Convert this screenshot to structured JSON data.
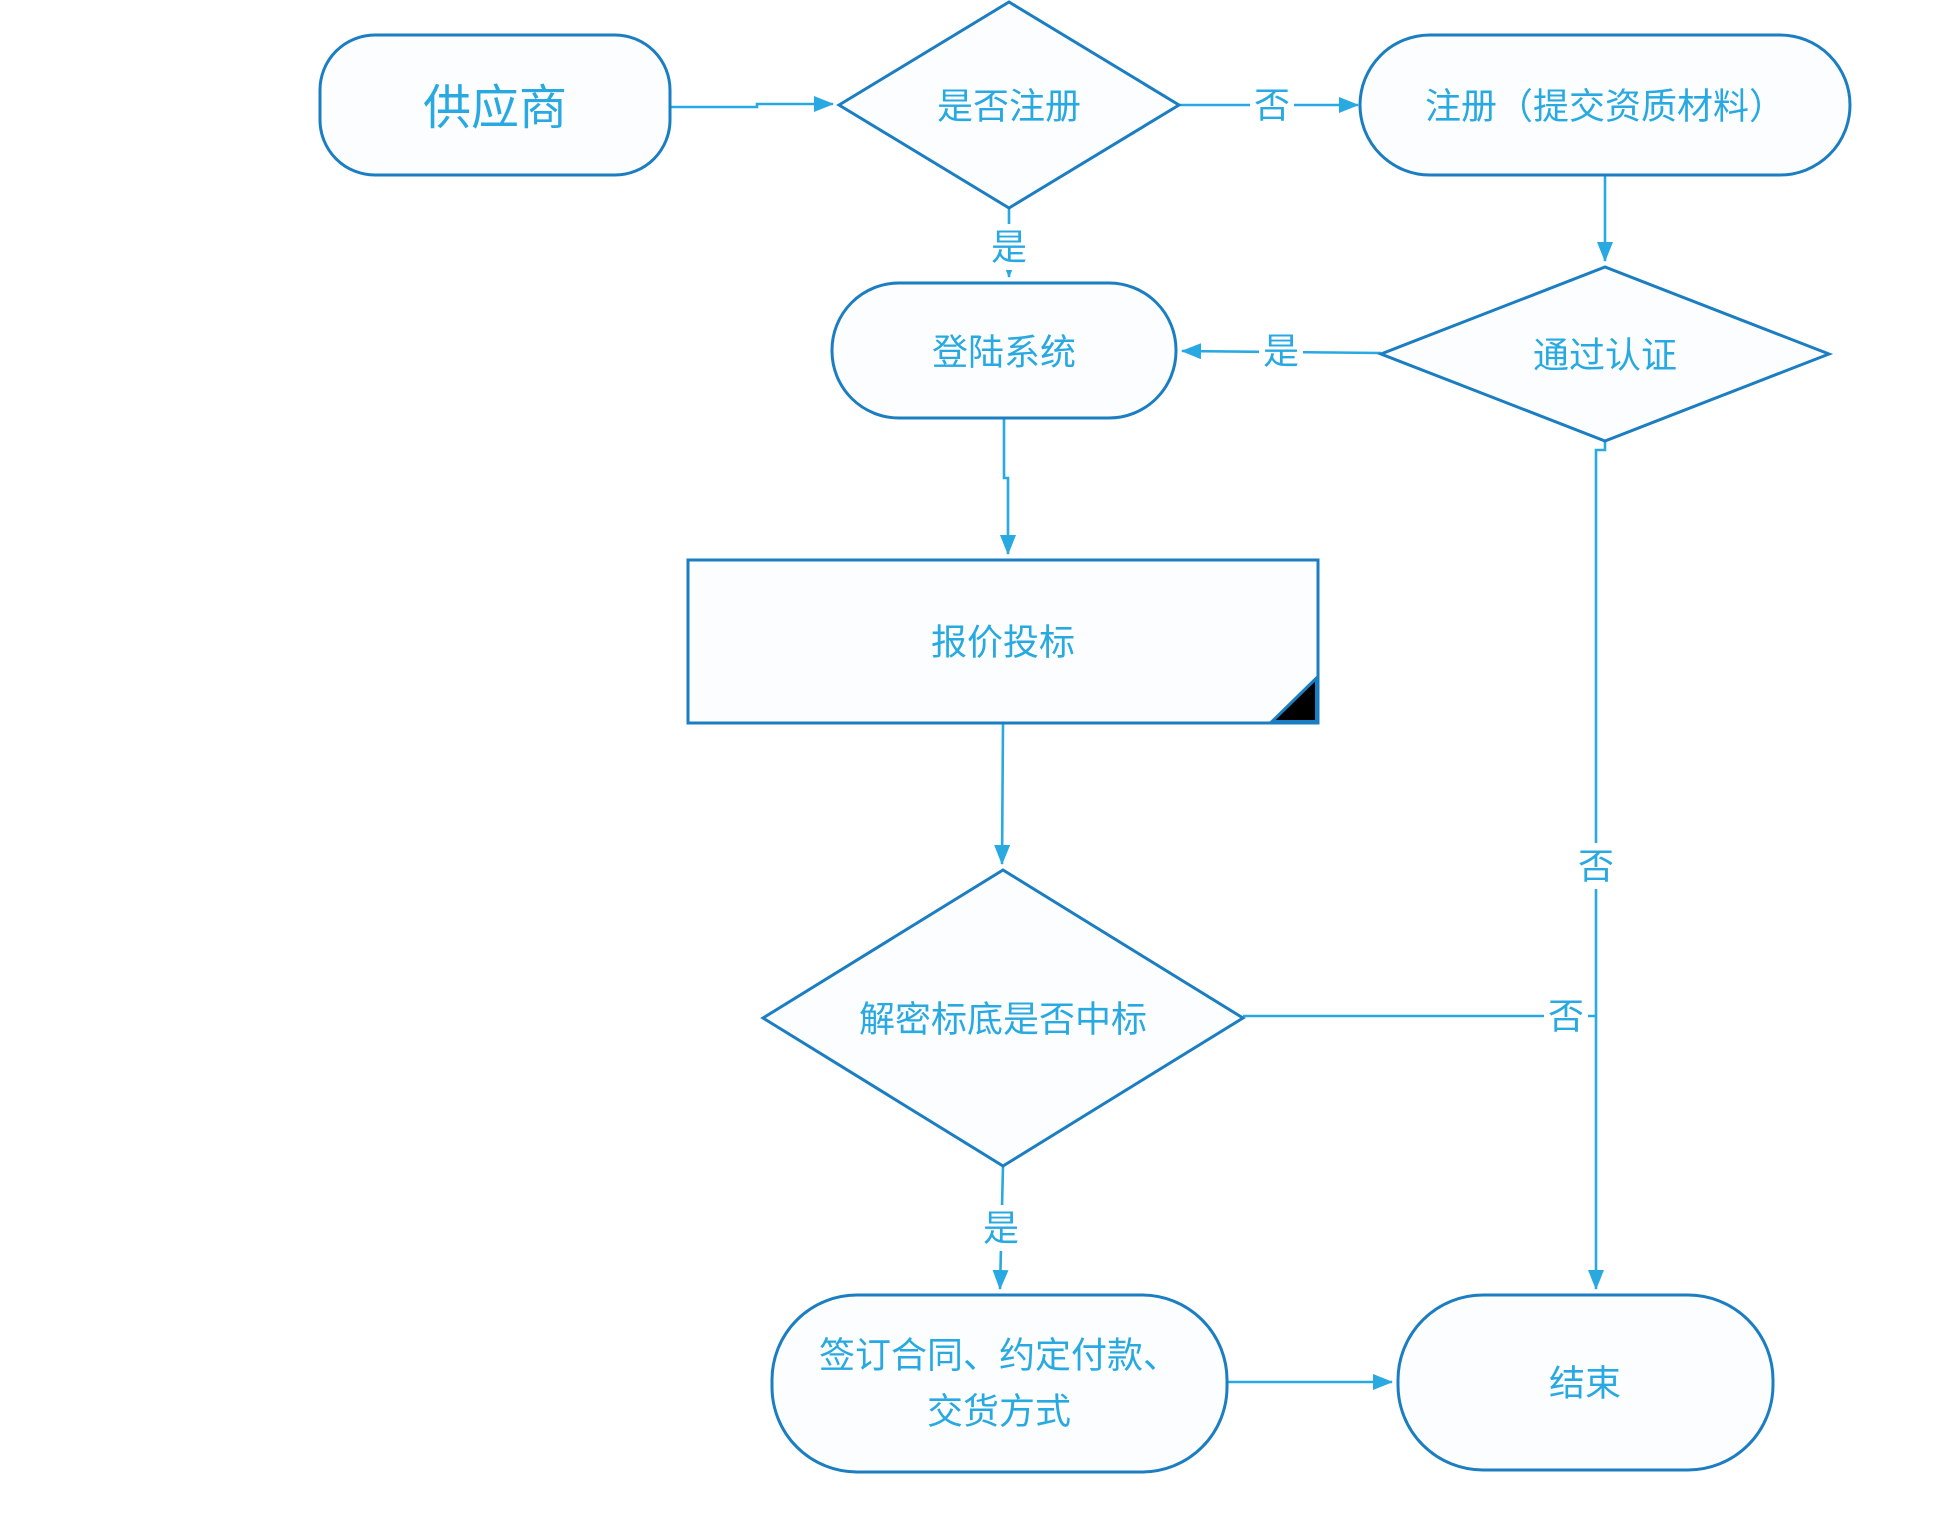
{
  "diagram": {
    "type": "flowchart",
    "language": "zh-CN",
    "nodes": {
      "supplier": {
        "label": "供应商",
        "shape": "terminator"
      },
      "is_registered": {
        "label": "是否注册",
        "shape": "decision"
      },
      "register": {
        "label": "注册（提交资质材料）",
        "shape": "terminator"
      },
      "pass_certification": {
        "label": "通过认证",
        "shape": "decision"
      },
      "login_system": {
        "label": "登陆系统",
        "shape": "terminator"
      },
      "quote_bid": {
        "label": "报价投标",
        "shape": "process-with-fold"
      },
      "decrypt_win_bid": {
        "label": "解密标底是否中标",
        "shape": "decision"
      },
      "sign_contract": {
        "line1": "签订合同、约定付款、",
        "line2": "交货方式",
        "shape": "terminator"
      },
      "end": {
        "label": "结束",
        "shape": "terminator"
      }
    },
    "edge_labels": {
      "is_registered_no": "否",
      "is_registered_yes": "是",
      "certified_yes": "是",
      "certified_no": "否",
      "win_bid_no": "否",
      "win_bid_yes": "是"
    },
    "colors": {
      "shape_border": "#1b7ec2",
      "connector": "#29a9e1",
      "text": "#29a9e1",
      "shape_fill": "#fcfdfe",
      "corner_fold": "#000000",
      "background": "#ffffff"
    }
  }
}
